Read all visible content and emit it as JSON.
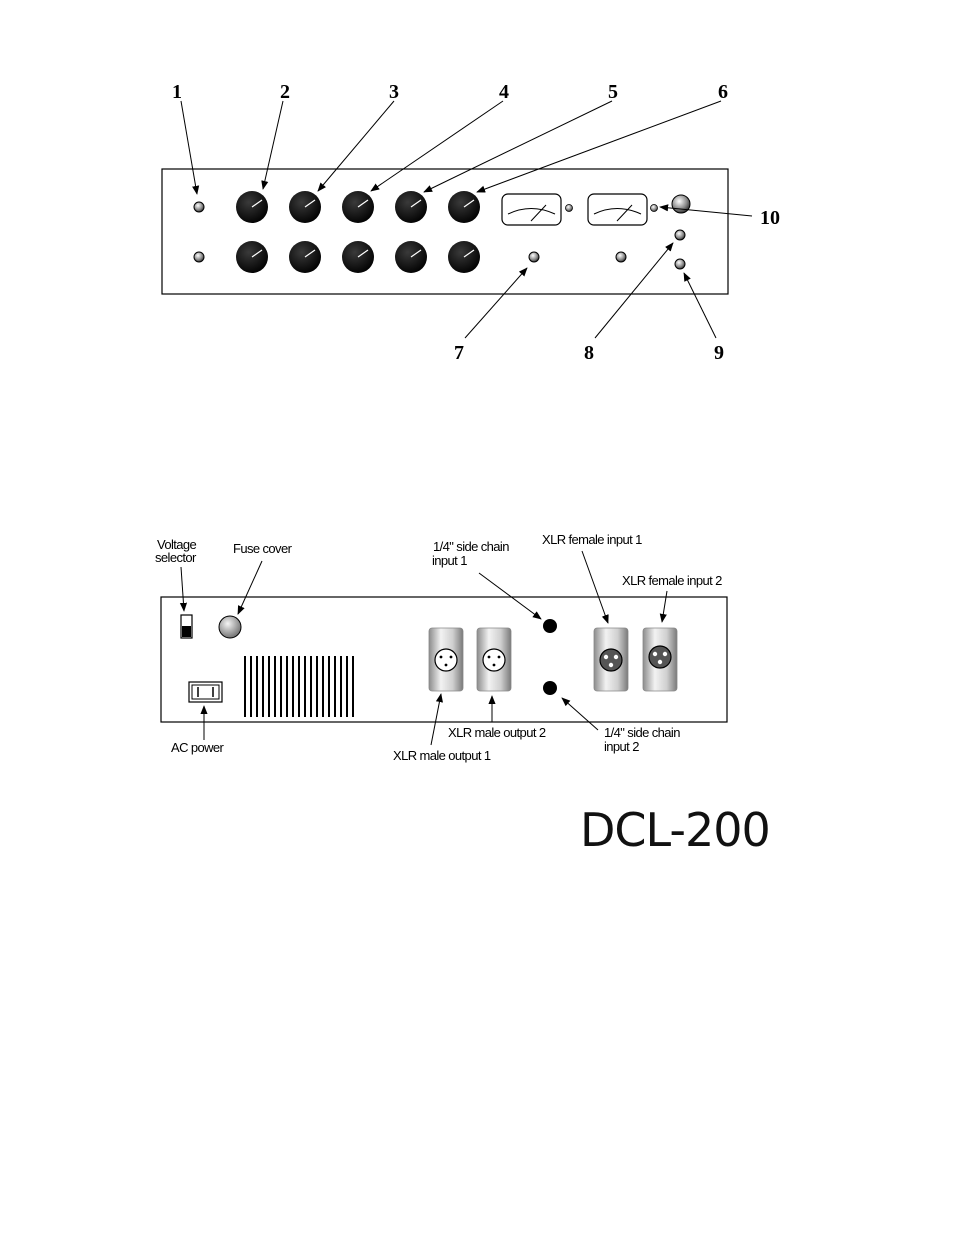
{
  "front_panel": {
    "callouts": [
      "1",
      "2",
      "3",
      "4",
      "5",
      "6",
      "7",
      "8",
      "9",
      "10"
    ]
  },
  "rear_panel": {
    "labels": {
      "voltage_selector_l1": "Voltage",
      "voltage_selector_l2": "selector",
      "fuse_cover": "Fuse cover",
      "side_chain_1_l1": "1/4\" side chain",
      "side_chain_1_l2": "input 1",
      "xlr_female_input_1": "XLR female input 1",
      "xlr_female_input_2": "XLR female input 2",
      "ac_power": "AC power",
      "xlr_male_output_1": "XLR male output 1",
      "xlr_male_output_2": "XLR male output 2",
      "side_chain_2_l1": "1/4\" side chain",
      "side_chain_2_l2": "input 2"
    }
  },
  "model_name": "DCL-200"
}
